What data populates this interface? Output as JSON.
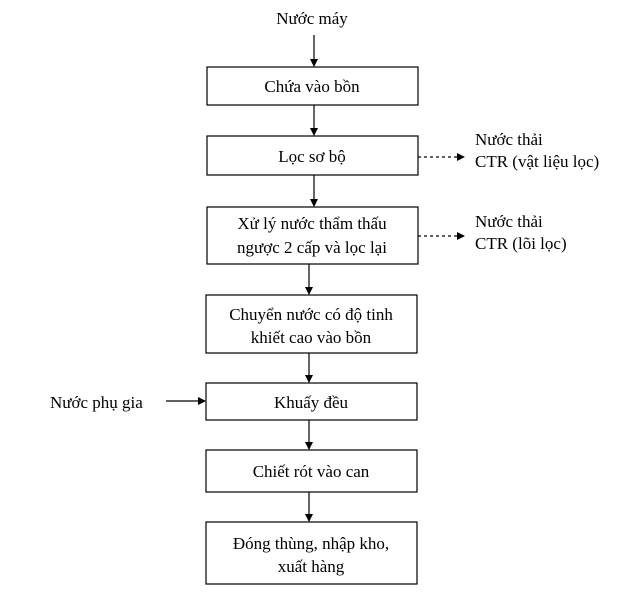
{
  "diagram": {
    "input_top": "Nước máy",
    "steps": [
      {
        "lines": [
          "Chứa vào bồn"
        ]
      },
      {
        "lines": [
          "Lọc sơ bộ"
        ]
      },
      {
        "lines": [
          "Xử lý nước thẩm thấu",
          "ngược 2 cấp và lọc lại"
        ]
      },
      {
        "lines": [
          "Chuyển nước có độ tinh",
          "khiết cao vào bồn"
        ]
      },
      {
        "lines": [
          "Khuấy đều"
        ]
      },
      {
        "lines": [
          "Chiết rót vào can"
        ]
      },
      {
        "lines": [
          "Đóng thùng, nhập kho,",
          "xuất hàng"
        ]
      }
    ],
    "outputs": [
      {
        "lines": [
          "Nước thải",
          "CTR (vật liệu lọc)"
        ]
      },
      {
        "lines": [
          "Nước thải",
          "CTR (lõi lọc)"
        ]
      }
    ],
    "side_input": "Nước phụ gia"
  }
}
